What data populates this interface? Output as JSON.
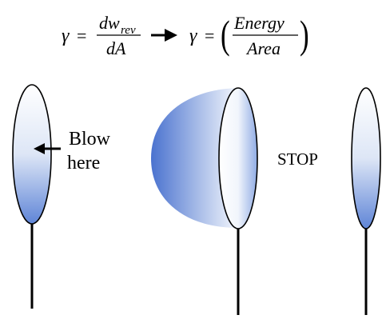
{
  "equation": {
    "gamma": "γ",
    "equals": "=",
    "frac1_num": "dw",
    "frac1_num_sub": "rev",
    "frac1_den": "dA",
    "frac2_num": "Energy",
    "frac2_den": "Area",
    "paren_open": "(",
    "paren_close": ")"
  },
  "labels": {
    "blow_line1": "Blow",
    "blow_line2": "here",
    "stop": "STOP"
  },
  "colors": {
    "ink": "#000000",
    "bubble_dark": "#4a72cf",
    "bubble_light": "#f4f7fd"
  }
}
